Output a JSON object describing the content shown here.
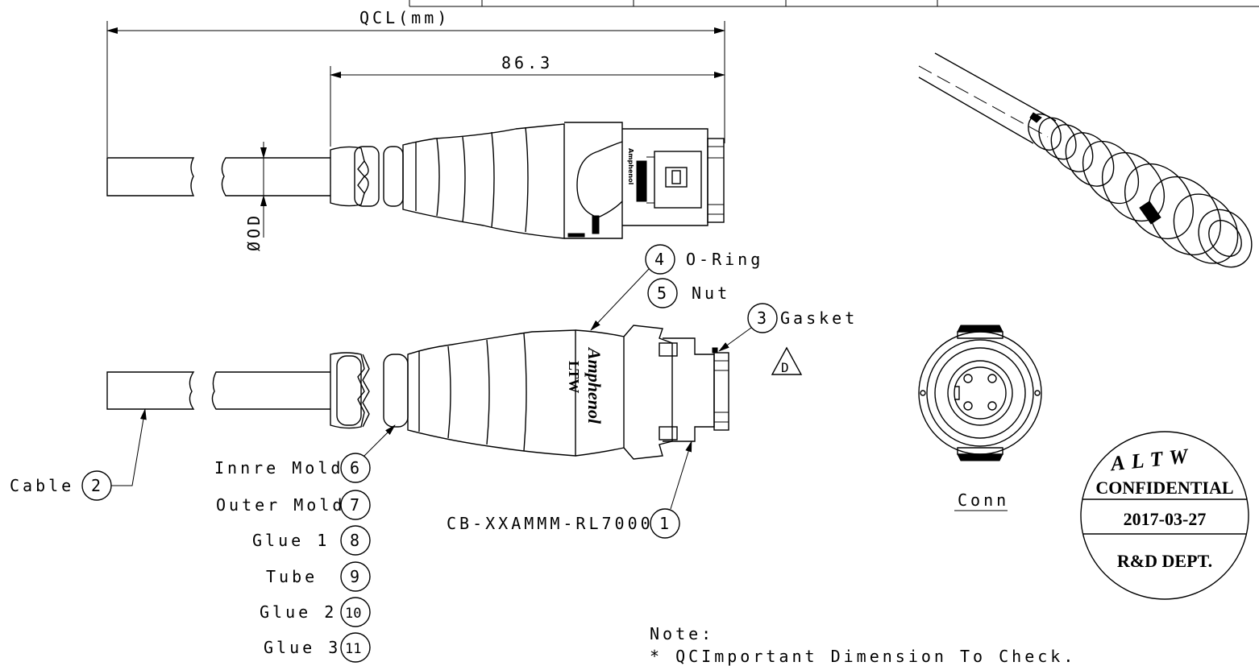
{
  "dimensions": {
    "overall_length": "QCL(mm)",
    "connector_length": "86.3",
    "cable_diameter": "ØOD"
  },
  "callouts": [
    {
      "num": "1",
      "label": "CB-XXAMMM-RL7000"
    },
    {
      "num": "2",
      "label": "Cable"
    },
    {
      "num": "3",
      "label": "Gasket"
    },
    {
      "num": "4",
      "label": "O-Ring"
    },
    {
      "num": "5",
      "label": "Nut"
    },
    {
      "num": "6",
      "label": "Innre Mold"
    },
    {
      "num": "7",
      "label": "Outer Mold"
    },
    {
      "num": "8",
      "label": "Glue 1"
    },
    {
      "num": "9",
      "label": "Tube"
    },
    {
      "num": "10",
      "label": "Glue 2"
    },
    {
      "num": "11",
      "label": "Glue 3"
    }
  ],
  "revision_mark": "D",
  "branding": {
    "line1": "Amphenol",
    "line2": "LTW"
  },
  "conn_view_label": "Conn",
  "stamp": {
    "top": "ALTW",
    "confidential": "CONFIDENTIAL",
    "date": "2017-03-27",
    "dept": "R&D DEPT."
  },
  "note": {
    "title": "Note:",
    "text": "* QCImportant Dimension To Check."
  }
}
